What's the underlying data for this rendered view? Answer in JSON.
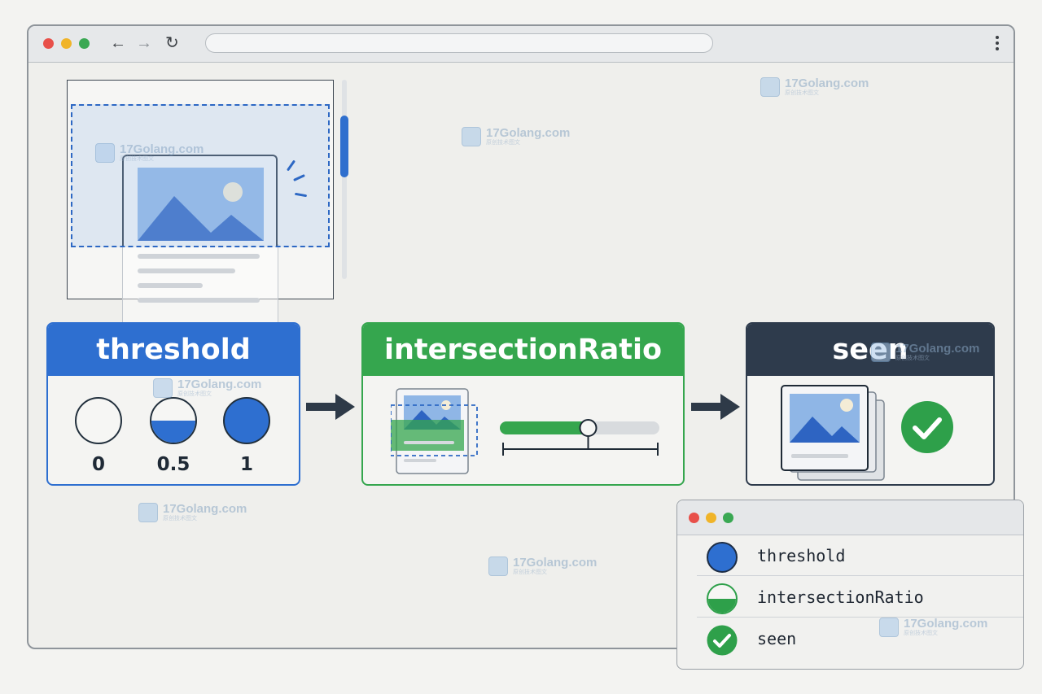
{
  "browser": {
    "url": "",
    "controls": [
      "back-icon",
      "forward-icon",
      "reload-icon",
      "more-icon"
    ],
    "traffic_lights": [
      "#e8504a",
      "#f0b429",
      "#3aa853"
    ]
  },
  "panels": {
    "threshold": {
      "title": "threshold",
      "levels": [
        {
          "label": "0",
          "fill": 0
        },
        {
          "label": "0.5",
          "fill": 0.5
        },
        {
          "label": "1",
          "fill": 1
        }
      ]
    },
    "ratio": {
      "title": "intersectionRatio",
      "progress": 0.55
    },
    "seen": {
      "title": "seen",
      "status_icon": "check-icon"
    }
  },
  "legend": {
    "items": [
      {
        "label": "threshold",
        "icon": "filled-circle-icon"
      },
      {
        "label": "intersectionRatio",
        "icon": "half-circle-icon"
      },
      {
        "label": "seen",
        "icon": "check-circle-icon"
      }
    ]
  },
  "watermark": {
    "text": "17Golang.com",
    "subtext": "原创技术图文"
  },
  "colors": {
    "blue": "#2e6fd0",
    "green": "#35a64e",
    "navy": "#2e3b4c"
  }
}
